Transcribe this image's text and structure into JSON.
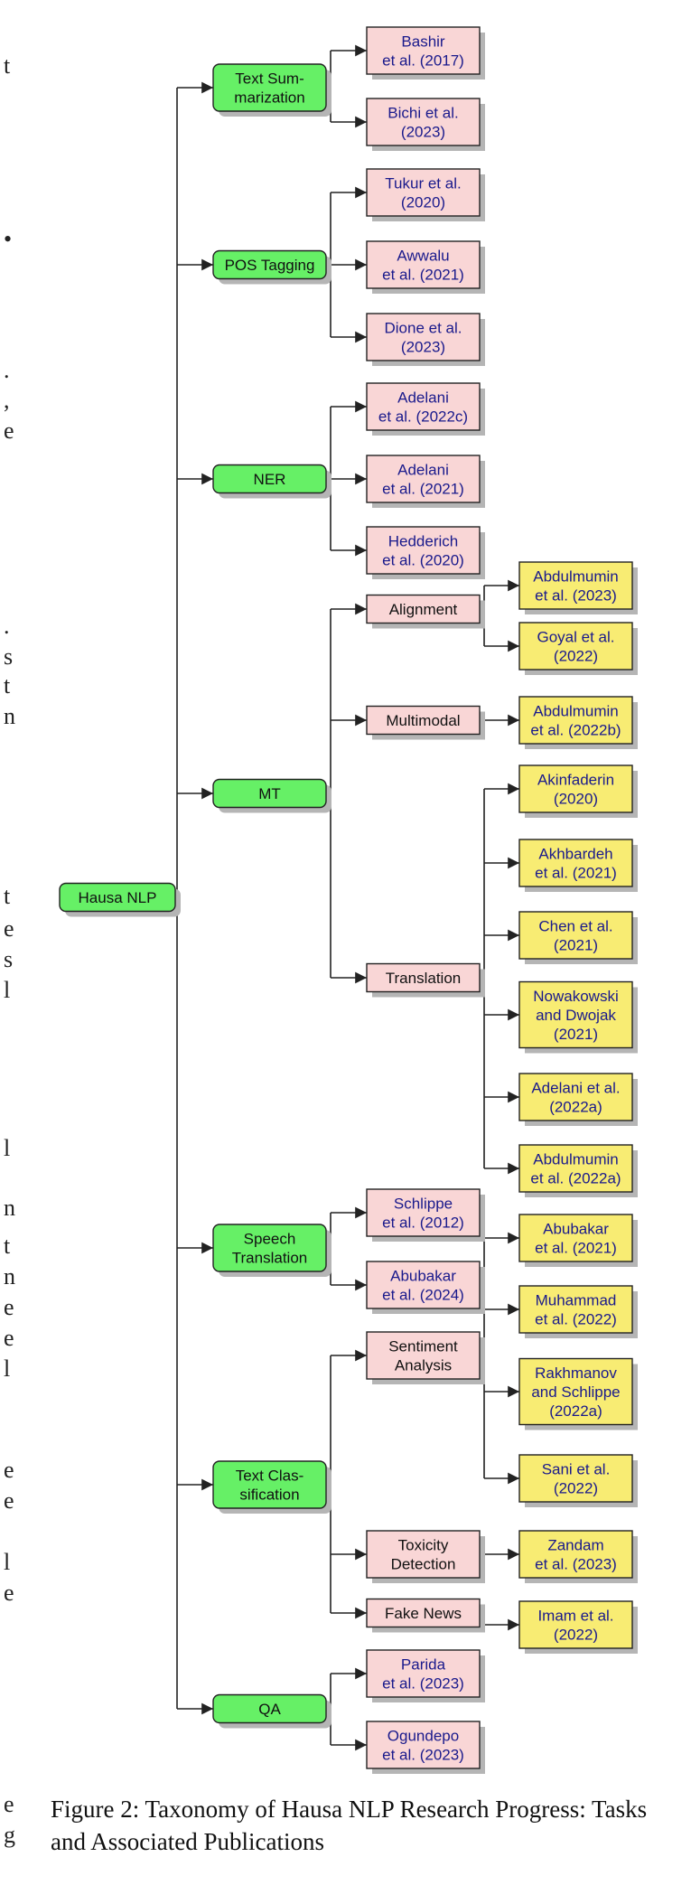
{
  "root": {
    "label": "Hausa NLP"
  },
  "tasks": [
    {
      "label": [
        "Text Sum-",
        "marization"
      ],
      "children": [
        {
          "label": [
            "Bashir",
            "et al. (2017)"
          ]
        },
        {
          "label": [
            "Bichi et al.",
            "(2023)"
          ]
        }
      ]
    },
    {
      "label": [
        "POS Tagging"
      ],
      "children": [
        {
          "label": [
            "Tukur et al.",
            "(2020)"
          ]
        },
        {
          "label": [
            "Awwalu",
            "et al. (2021)"
          ]
        },
        {
          "label": [
            "Dione et al.",
            "(2023)"
          ]
        }
      ]
    },
    {
      "label": [
        "NER"
      ],
      "children": [
        {
          "label": [
            "Adelani",
            "et al. (2022c)"
          ]
        },
        {
          "label": [
            "Adelani",
            "et al. (2021)"
          ]
        },
        {
          "label": [
            "Hedderich",
            "et al. (2020)"
          ]
        }
      ]
    },
    {
      "label": [
        "MT"
      ],
      "subtasks": [
        {
          "label": [
            "Alignment"
          ],
          "children": [
            {
              "label": [
                "Abdulmumin",
                "et al. (2023)"
              ]
            },
            {
              "label": [
                "Goyal et al.",
                "(2022)"
              ]
            }
          ]
        },
        {
          "label": [
            "Multimodal"
          ],
          "children": [
            {
              "label": [
                "Abdulmumin",
                "et al. (2022b)"
              ]
            }
          ]
        },
        {
          "label": [
            "Translation"
          ],
          "children": [
            {
              "label": [
                "Akinfaderin",
                "(2020)"
              ]
            },
            {
              "label": [
                "Akhbardeh",
                "et al. (2021)"
              ]
            },
            {
              "label": [
                "Chen et al.",
                "(2021)"
              ]
            },
            {
              "label": [
                "Nowakowski",
                "and Dwojak",
                "(2021)"
              ]
            },
            {
              "label": [
                "Adelani et al.",
                "(2022a)"
              ]
            },
            {
              "label": [
                "Abdulmumin",
                "et al. (2022a)"
              ]
            }
          ]
        }
      ]
    },
    {
      "label": [
        "Speech",
        "Translation"
      ],
      "children": [
        {
          "label": [
            "Schlippe",
            "et al. (2012)"
          ]
        },
        {
          "label": [
            "Abubakar",
            "et al. (2024)"
          ]
        }
      ]
    },
    {
      "label": [
        "Text Clas-",
        "sification"
      ],
      "subtasks": [
        {
          "label": [
            "Sentiment",
            "Analysis"
          ],
          "children": [
            {
              "label": [
                "Abubakar",
                "et al. (2021)"
              ]
            },
            {
              "label": [
                "Muhammad",
                "et al. (2022)"
              ]
            },
            {
              "label": [
                "Rakhmanov",
                "and Schlippe",
                "(2022a)"
              ]
            },
            {
              "label": [
                "Sani et al.",
                "(2022)"
              ]
            }
          ]
        },
        {
          "label": [
            "Toxicity",
            "Detection"
          ],
          "children": [
            {
              "label": [
                "Zandam",
                "et al. (2023)"
              ]
            }
          ]
        },
        {
          "label": [
            "Fake News"
          ],
          "children": [
            {
              "label": [
                "Imam et al.",
                "(2022)"
              ]
            }
          ]
        }
      ]
    },
    {
      "label": [
        "QA"
      ],
      "children": [
        {
          "label": [
            "Parida",
            "et al. (2023)"
          ]
        },
        {
          "label": [
            "Ogundepo",
            "et al. (2023)"
          ]
        }
      ]
    }
  ],
  "caption": "Figure 2: Taxonomy of Hausa NLP Research Progress: Tasks and Associated Publications",
  "margin_glyphs": [
    "t",
    "•",
    ".",
    ",",
    "e",
    ".",
    "s",
    "t",
    "n",
    "t",
    "e",
    "s",
    "l",
    "l",
    "n",
    "t",
    "n",
    "e",
    "e",
    "l",
    "e",
    "e",
    "l",
    "e",
    "e",
    "g"
  ],
  "colors": {
    "task_fill": "#66f066",
    "subtask_fill": "#f9d6d6",
    "leaf_fill": "#f8ec73",
    "shadow": "#b5b5b5",
    "edge": "#222222",
    "citation_text": "#1a1a8c"
  }
}
